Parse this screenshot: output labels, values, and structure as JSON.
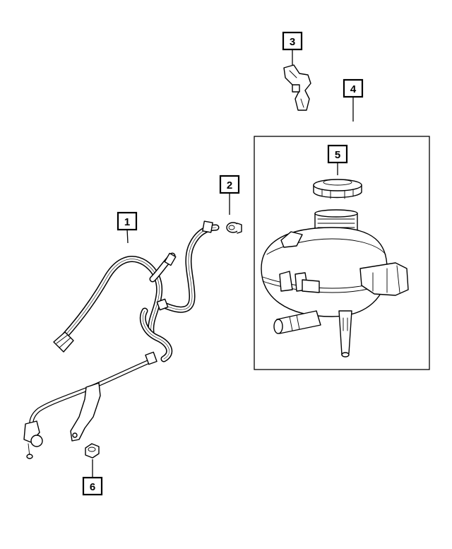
{
  "diagram": {
    "callouts": [
      {
        "id": "1",
        "label": "1"
      },
      {
        "id": "2",
        "label": "2"
      },
      {
        "id": "3",
        "label": "3"
      },
      {
        "id": "4",
        "label": "4"
      },
      {
        "id": "5",
        "label": "5"
      },
      {
        "id": "6",
        "label": "6"
      }
    ],
    "colors": {
      "ink": "#000000",
      "paper": "#ffffff"
    },
    "icons": [
      "hose-assembly-icon",
      "hose-clamp-icon",
      "retaining-clip-icon",
      "coolant-reservoir-icon",
      "pressure-cap-icon",
      "nut-icon"
    ]
  }
}
